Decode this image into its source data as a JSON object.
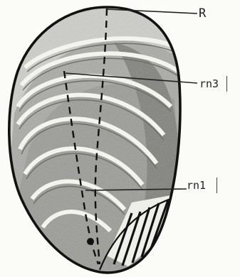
{
  "labels": {
    "r": "R",
    "rn3": "rn3",
    "rn1": "rn1"
  },
  "colors": {
    "ink": "#1a1a1a",
    "shading": "#8a8a8a",
    "paper": "#fbfbf7"
  }
}
